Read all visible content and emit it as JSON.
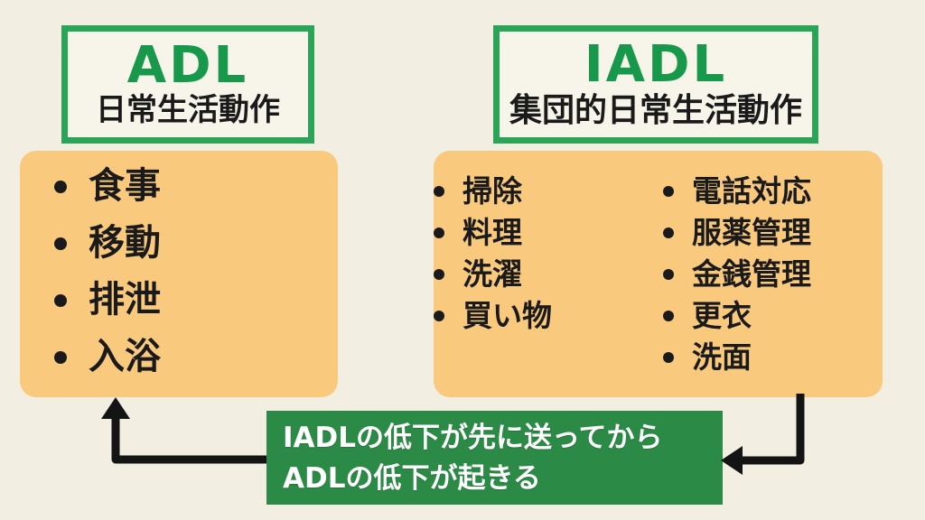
{
  "adl": {
    "title": "ADL",
    "subtitle": "日常生活動作",
    "items": [
      "食事",
      "移動",
      "排泄",
      "入浴"
    ]
  },
  "iadl": {
    "title": "IADL",
    "subtitle": "集団的日常生活動作",
    "items_col1": [
      "掃除",
      "料理",
      "洗濯",
      "買い物"
    ],
    "items_col2": [
      "電話対応",
      "服薬管理",
      "金銭管理",
      "更衣",
      "洗面"
    ]
  },
  "banner": {
    "line1": "IADLの低下が先に送ってから",
    "line2": "ADLの低下が起きる"
  },
  "colors": {
    "background": "#f2efe2",
    "header_fill": "#f7f5ea",
    "green_border": "#2aa558",
    "green_text": "#17984b",
    "green_banner": "#2b8a45",
    "orange_box": "#f9c97e",
    "arrow_black": "#141414",
    "text_black": "#1a1a1a",
    "banner_text": "#ffffff"
  }
}
